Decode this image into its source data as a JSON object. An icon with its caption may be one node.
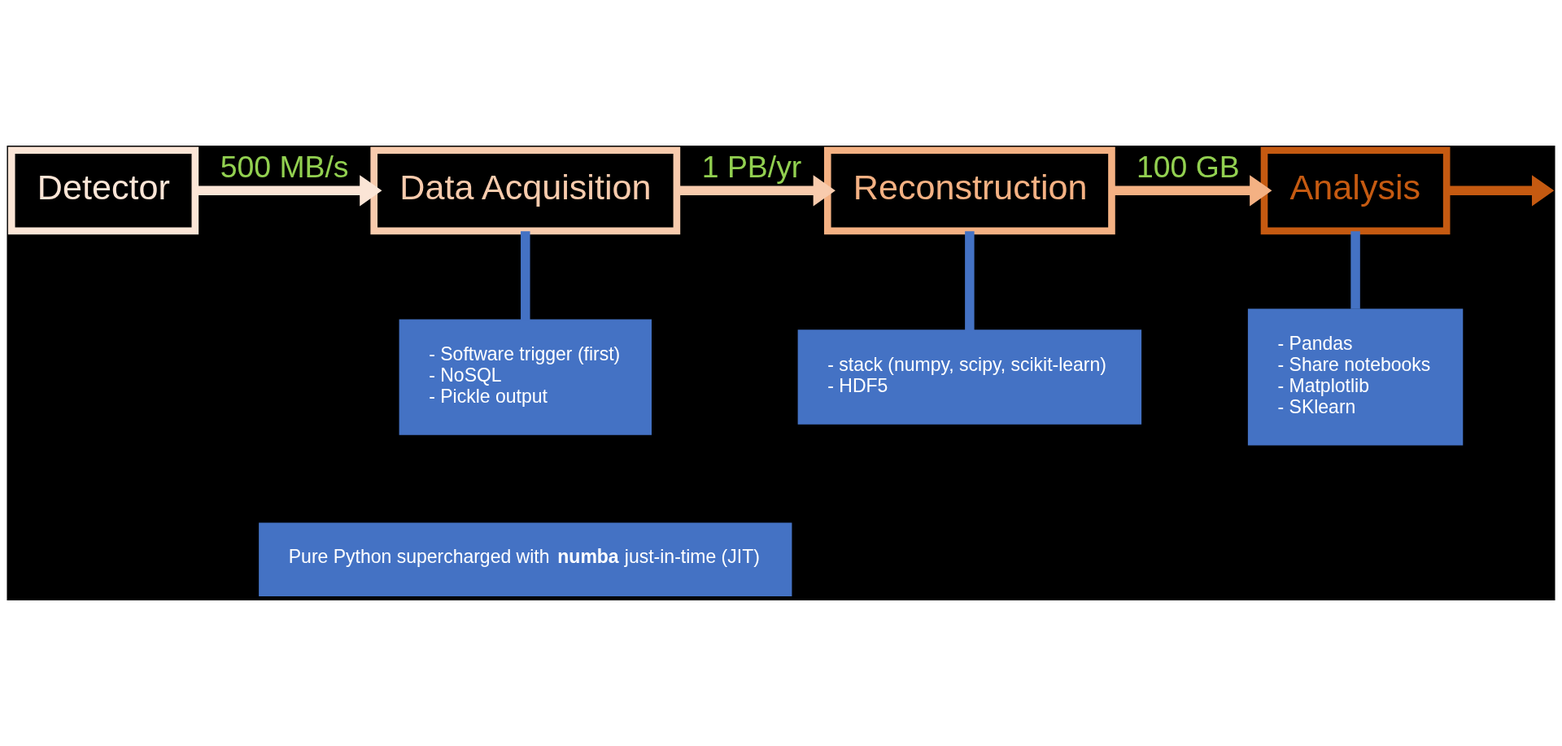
{
  "diagram": {
    "nodes": [
      {
        "text": [
          "Detector"
        ]
      },
      {
        "text": [
          "Data Acquisition"
        ]
      },
      {
        "text": [
          "Reconstruction"
        ]
      },
      {
        "text": [
          "Analysis"
        ]
      },
      {
        "text": [
          "- Software trigger (first)",
          "- NoSQL",
          "- Pickle output"
        ]
      },
      {
        "text": [
          "- stack (numpy, scipy, scikit-learn)",
          "- HDF5"
        ]
      },
      {
        "text": [
          "- Pandas",
          "- Share notebooks",
          "- Matplotlib",
          "- SKlearn"
        ]
      },
      {
        "text": [
          "Pure Python supercharged with **numba** just-in-time (JIT)"
        ]
      }
    ],
    "edges": [
      {
        "from": 0,
        "to": 1,
        "arrow": "to",
        "label": "500 MB/s",
        "color": "#fbe5d6"
      },
      {
        "from": 1,
        "to": 2,
        "arrow": "to",
        "label": "1 PB/yr",
        "color": "#f8cbad"
      },
      {
        "from": 2,
        "to": 3,
        "arrow": "to",
        "label": "100 GB",
        "color": "#f4b183"
      },
      {
        "from": 3,
        "to": null,
        "arrow": "to",
        "color": "#c55a11"
      },
      {
        "from": 1,
        "to": 4,
        "arrow": "none",
        "color": "#4472c4"
      },
      {
        "from": 2,
        "to": 5,
        "arrow": "none",
        "color": "#4472c4"
      },
      {
        "from": 3,
        "to": 6,
        "arrow": "none",
        "color": "#4472c4"
      }
    ]
  }
}
